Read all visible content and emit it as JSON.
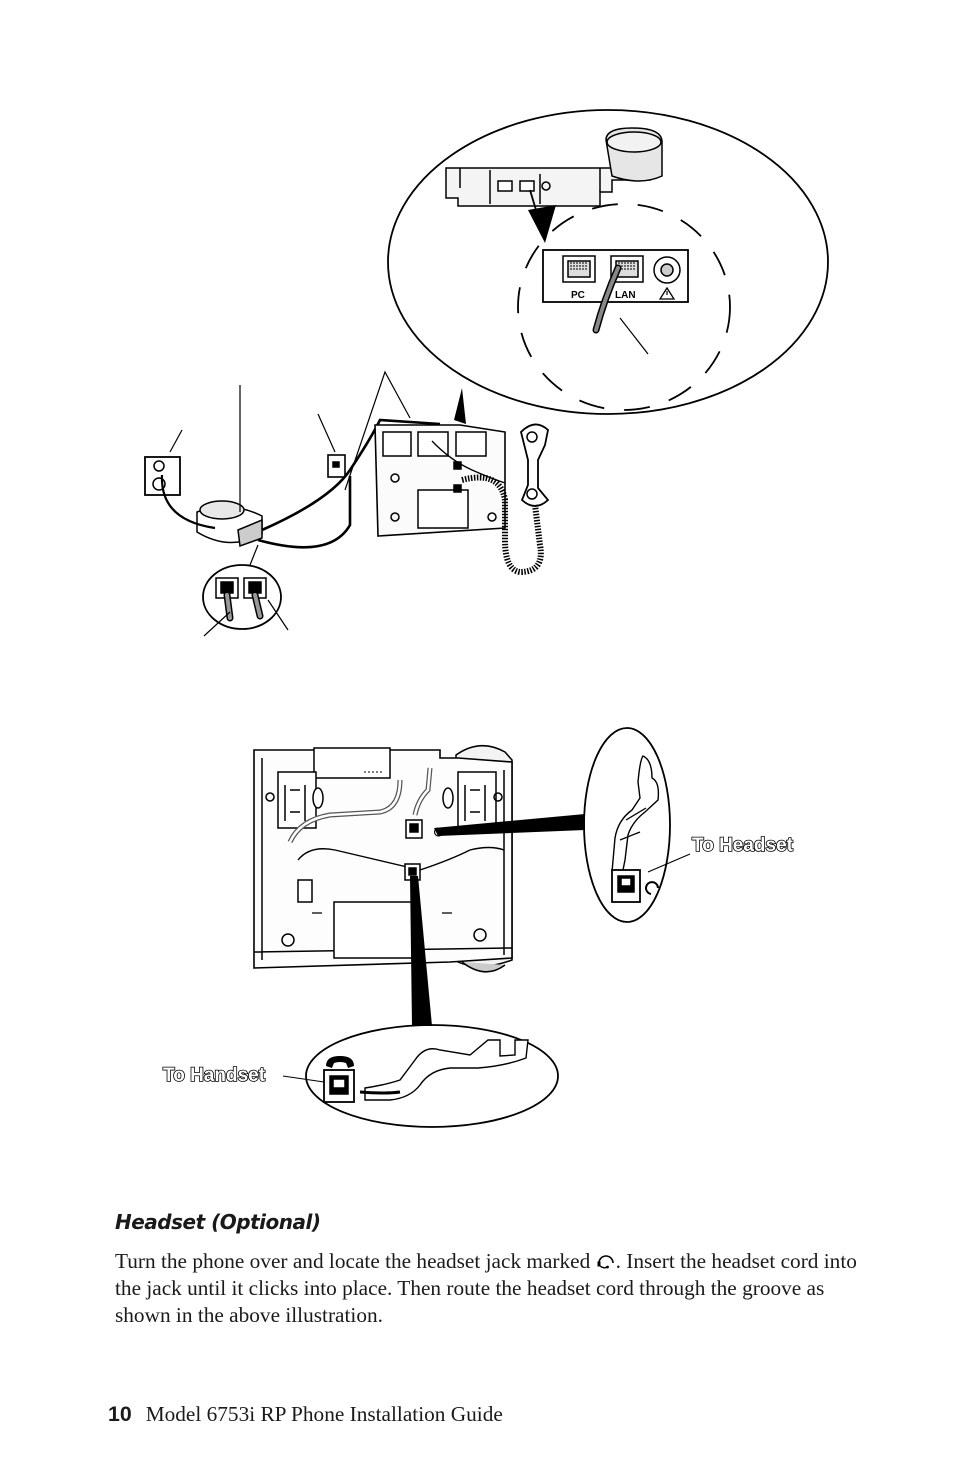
{
  "figure": {
    "pc_port_label": "PC",
    "lan_port_label": "LAN",
    "to_headset_label": "To Headset",
    "to_handset_label": "To Handset"
  },
  "section": {
    "heading": "Headset (Optional)",
    "body_part1": "Turn the phone over and locate the headset jack marked ",
    "headset_icon": "headset-icon",
    "body_part2": ". Insert the headset cord into the jack until it clicks into place. Then route the headset cord through the groove as shown in the above illustration."
  },
  "footer": {
    "page_number": "10",
    "title": "Model 6753i RP Phone Installation Guide"
  }
}
